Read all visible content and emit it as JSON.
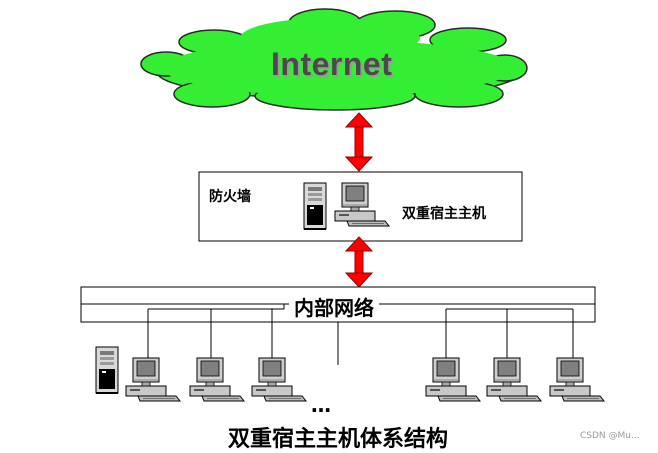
{
  "internet": {
    "label": "Internet"
  },
  "firewall": {
    "label": "防火墙",
    "host_label": "双重宿主主机"
  },
  "lan": {
    "label": "内部网络"
  },
  "ellipsis": "…",
  "caption": "双重宿主主机体系结构",
  "watermark": "CSDN @Mu...",
  "colors": {
    "cloud": "#33ee33",
    "arrow": "#ff0000",
    "box_border": "#000000",
    "monitor_screen": "#808080"
  },
  "icons": [
    "cloud-icon",
    "server-tower-icon",
    "workstation-icon",
    "double-arrow-icon"
  ]
}
